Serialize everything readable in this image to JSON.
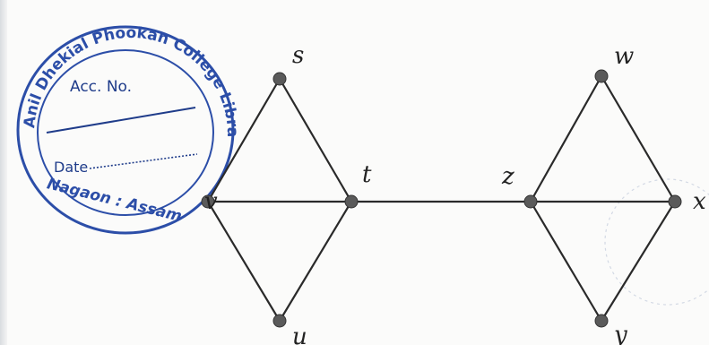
{
  "graph": {
    "vertices": [
      {
        "id": "s",
        "label": "s"
      },
      {
        "id": "t",
        "label": "t"
      },
      {
        "id": "v",
        "label": "v"
      },
      {
        "id": "u",
        "label": "u"
      },
      {
        "id": "z",
        "label": "z"
      },
      {
        "id": "w",
        "label": "w"
      },
      {
        "id": "x",
        "label": "x"
      },
      {
        "id": "y",
        "label": "y"
      }
    ],
    "edges": [
      [
        "v",
        "s"
      ],
      [
        "s",
        "t"
      ],
      [
        "v",
        "t"
      ],
      [
        "v",
        "u"
      ],
      [
        "u",
        "t"
      ],
      [
        "t",
        "z"
      ],
      [
        "z",
        "w"
      ],
      [
        "w",
        "x"
      ],
      [
        "z",
        "x"
      ],
      [
        "z",
        "y"
      ],
      [
        "y",
        "x"
      ]
    ]
  },
  "stamp": {
    "ring_text": "Anil Dhekial Phookan College Library",
    "acc_label": "Acc. No.",
    "date_label": "Date",
    "location": "Nagaon : Assam"
  },
  "colors": {
    "stamp": "#2c4ea8",
    "edge": "#2a2a2a",
    "vertex": "#5a5a5a"
  }
}
